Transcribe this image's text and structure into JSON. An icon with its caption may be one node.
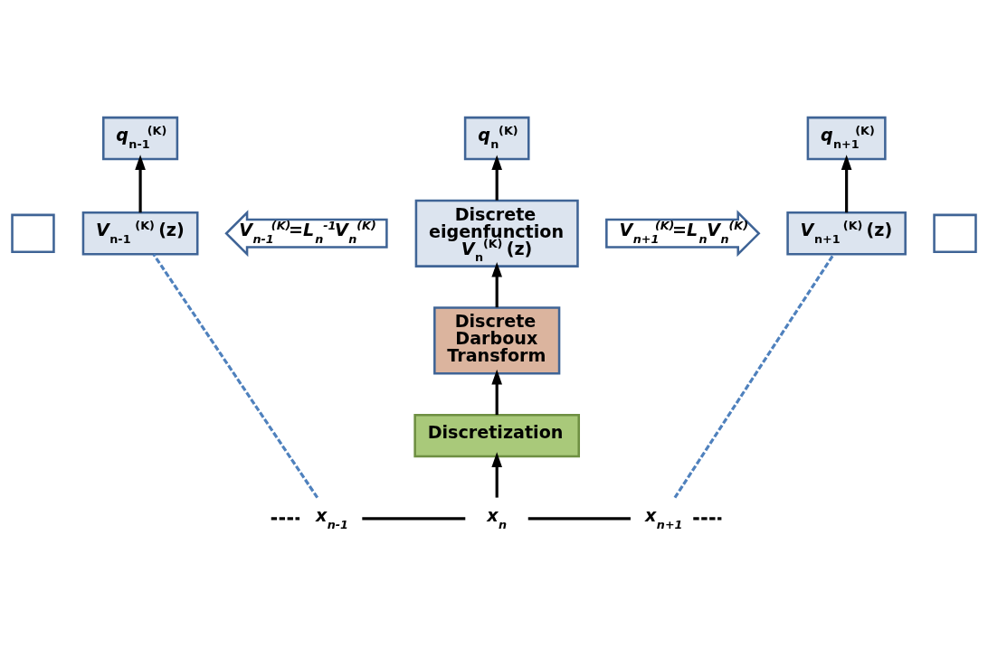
{
  "diagram": {
    "nodes": [
      {
        "text": [
          "*q*$_{n-1}$$^{(K)}$"
        ]
      },
      {
        "text": [
          "*q*$_{n}$$^{(K)}$"
        ]
      },
      {
        "text": [
          "*q*$_{n+1}$$^{(K)}$"
        ]
      },
      {
        "text": [],
        "shape": "box"
      },
      {
        "text": [
          "*V*$_{n-1}$ $^{(K)}$ (z)"
        ]
      },
      {
        "text": [
          "V$_{n-1}$$^{(K)}$=L$_{n}$$^{-1}$V$_{n}$$^{(K)}$"
        ]
      },
      {
        "text": [
          "Discrete eigenfunction *V*$_{n}$$^{(K)}$ (z)"
        ]
      },
      {
        "text": [
          "V$_{n+1}$$^{(K)}$=L$_{n}$V$_{n}$$^{(K)}$"
        ]
      },
      {
        "text": [
          "*V*$_{n+1}$ $^{(K)}$ (z)"
        ]
      },
      {
        "text": [],
        "shape": "box"
      },
      {
        "text": [
          "Discrete Darboux Transform"
        ]
      },
      {
        "text": [
          "Discretization"
        ]
      },
      {
        "text": [
          "x$_{n-1}$"
        ]
      },
      {
        "text": [
          "x$_{n}$"
        ]
      },
      {
        "text": [
          "x$_{n+1}$"
        ]
      }
    ],
    "edges": [
      {
        "from": 4,
        "to": 0,
        "arrow": "to"
      },
      {
        "from": 6,
        "to": 1,
        "arrow": "to"
      },
      {
        "from": 8,
        "to": 2,
        "arrow": "to"
      },
      {
        "from": 10,
        "to": 6,
        "arrow": "to"
      },
      {
        "from": 11,
        "to": 10,
        "arrow": "to"
      },
      {
        "from": 13,
        "to": 11,
        "arrow": "to"
      },
      {
        "from": 12,
        "to": 4,
        "arrow": "none",
        "style": "dashed",
        "color": "#4f81bd"
      },
      {
        "from": 14,
        "to": 8,
        "arrow": "none",
        "style": "dashed",
        "color": "#4f81bd"
      },
      {
        "from": null,
        "to": 12,
        "arrow": "none",
        "style": "dashed"
      },
      {
        "from": 12,
        "to": 13,
        "arrow": "none"
      },
      {
        "from": 13,
        "to": 14,
        "arrow": "none"
      },
      {
        "from": 14,
        "to": null,
        "arrow": "none",
        "style": "dashed"
      }
    ]
  }
}
